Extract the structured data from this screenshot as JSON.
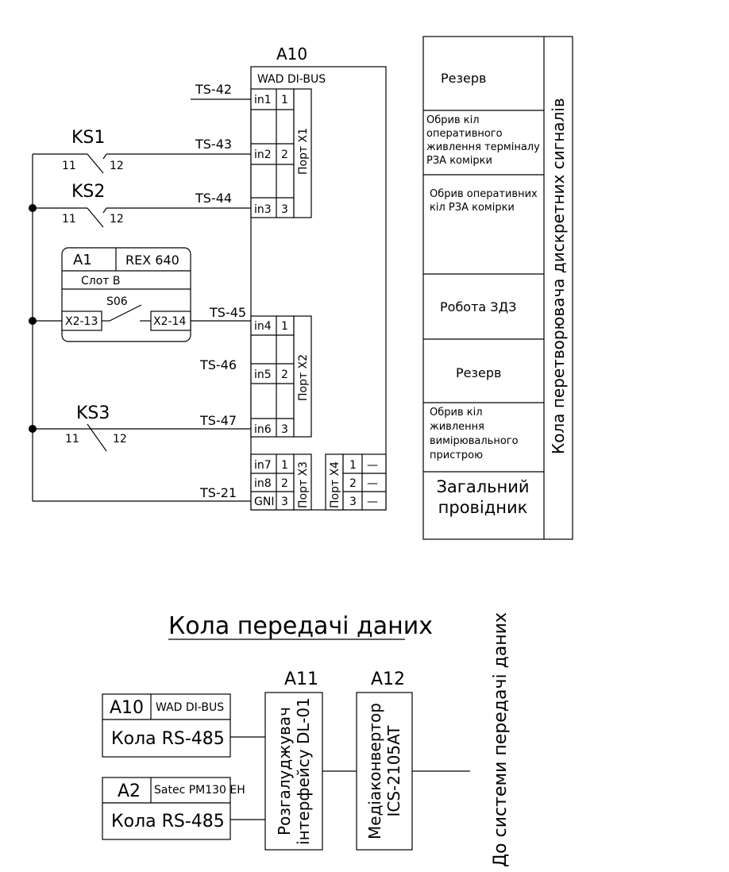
{
  "top_diagram": {
    "device": {
      "ref": "A10",
      "name": "WAD DI-BUS"
    },
    "ports": {
      "x1": "Порт X1",
      "x2": "Порт X2",
      "x3": "Порт X3",
      "x4": "Порт X4"
    },
    "inputs": [
      {
        "label": "in1",
        "num": "1",
        "wire": "TS-42"
      },
      {
        "label": "in2",
        "num": "2",
        "wire": "TS-43"
      },
      {
        "label": "in3",
        "num": "3",
        "wire": "TS-44"
      },
      {
        "label": "in4",
        "num": "1",
        "wire": "TS-45"
      },
      {
        "label": "in5",
        "num": "2",
        "wire": "TS-46"
      },
      {
        "label": "in6",
        "num": "3",
        "wire": "TS-47"
      },
      {
        "label": "in7",
        "num": "1"
      },
      {
        "label": "in8",
        "num": "2"
      },
      {
        "label": "GNI",
        "num": "3",
        "wire": "TS-21"
      }
    ],
    "x4_rows": [
      {
        "num": "1",
        "val": "—"
      },
      {
        "num": "2",
        "val": "—"
      },
      {
        "num": "3",
        "val": "—"
      }
    ],
    "contacts": [
      {
        "name": "KS1",
        "pin_a": "11",
        "pin_b": "12"
      },
      {
        "name": "KS2",
        "pin_a": "11",
        "pin_b": "12"
      },
      {
        "name": "KS3",
        "pin_a": "11",
        "pin_b": "12"
      }
    ],
    "relay": {
      "ref": "A1",
      "model": "REX 640",
      "slot": "Слот B",
      "contact": "S06",
      "term_a": "X2-13",
      "term_b": "X2-14"
    }
  },
  "legend": {
    "title": "Кола перетворювача дискретних сигналів",
    "rows": [
      "Резерв",
      "Обрив кіл оперативного живлення терміналу РЗА комірки",
      "Обрив оперативних кіл РЗА комірки",
      "Робота ЗДЗ",
      "Резерв",
      "Обрив кіл живлення вимірювального пристрою",
      "Загальний провідник"
    ]
  },
  "data_section": {
    "title": "Кола передачі даних",
    "sources": [
      {
        "ref": "A10",
        "model": "WAD DI-BUS",
        "circuit": "Кола RS-485"
      },
      {
        "ref": "A2",
        "model": "Satec PM130 EH",
        "circuit": "Кола RS-485"
      }
    ],
    "splitter": {
      "ref": "A11",
      "name": "Розгалуджувач інтерфейсу DL-01"
    },
    "converter": {
      "ref": "A12",
      "name": "Медіаконвертор ICS-2105AT"
    },
    "destination": "До системи передачі даних"
  }
}
